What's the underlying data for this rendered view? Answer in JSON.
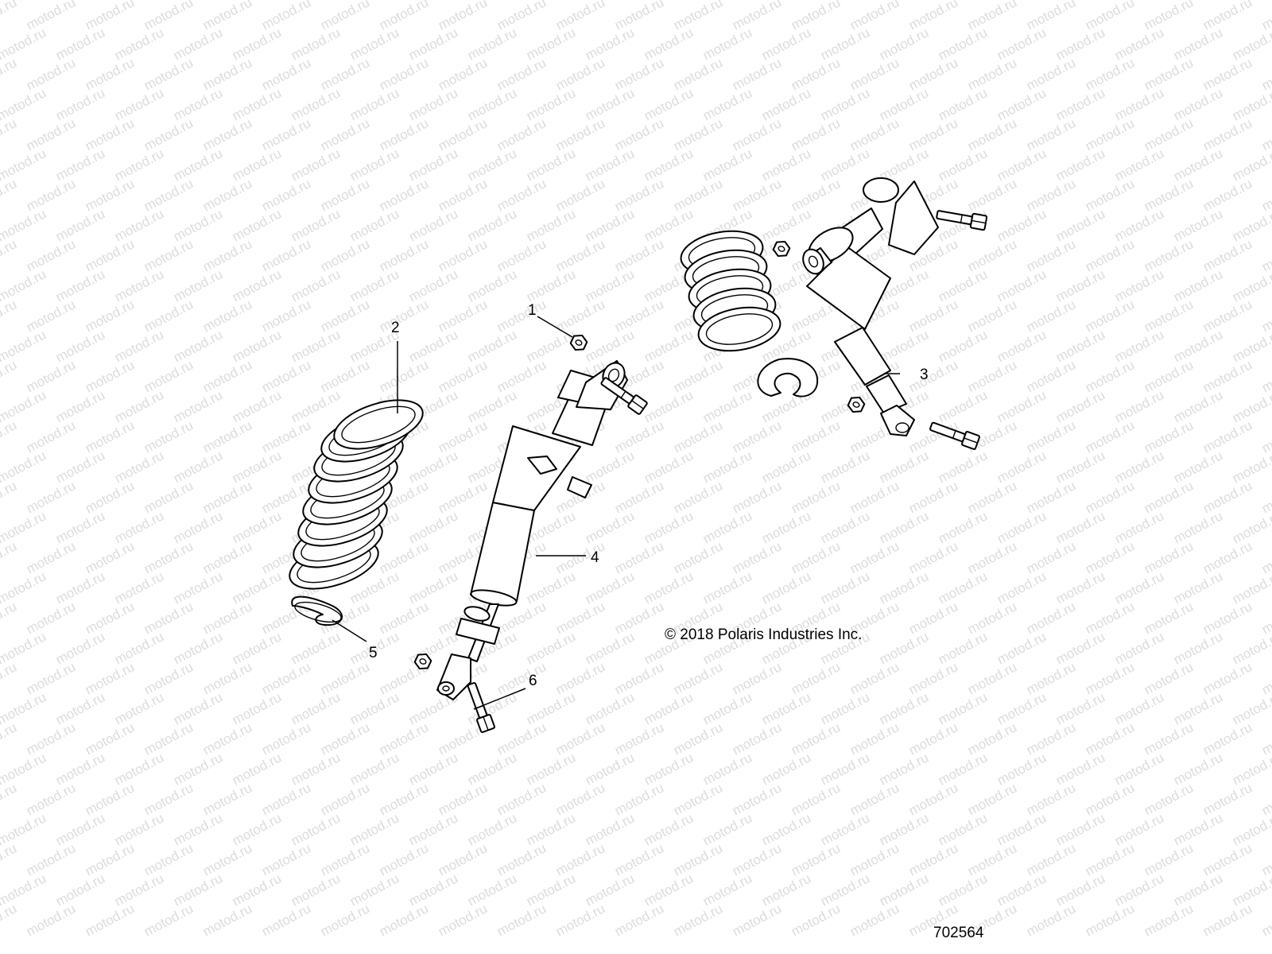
{
  "watermark": {
    "text": "motod.ru"
  },
  "callouts": [
    {
      "id": "1",
      "label": "1"
    },
    {
      "id": "2",
      "label": "2"
    },
    {
      "id": "3",
      "label": "3"
    },
    {
      "id": "4",
      "label": "4"
    },
    {
      "id": "5",
      "label": "5"
    },
    {
      "id": "6",
      "label": "6"
    }
  ],
  "copyright": "© 2018 Polaris Industries Inc.",
  "drawing_number": "702564"
}
